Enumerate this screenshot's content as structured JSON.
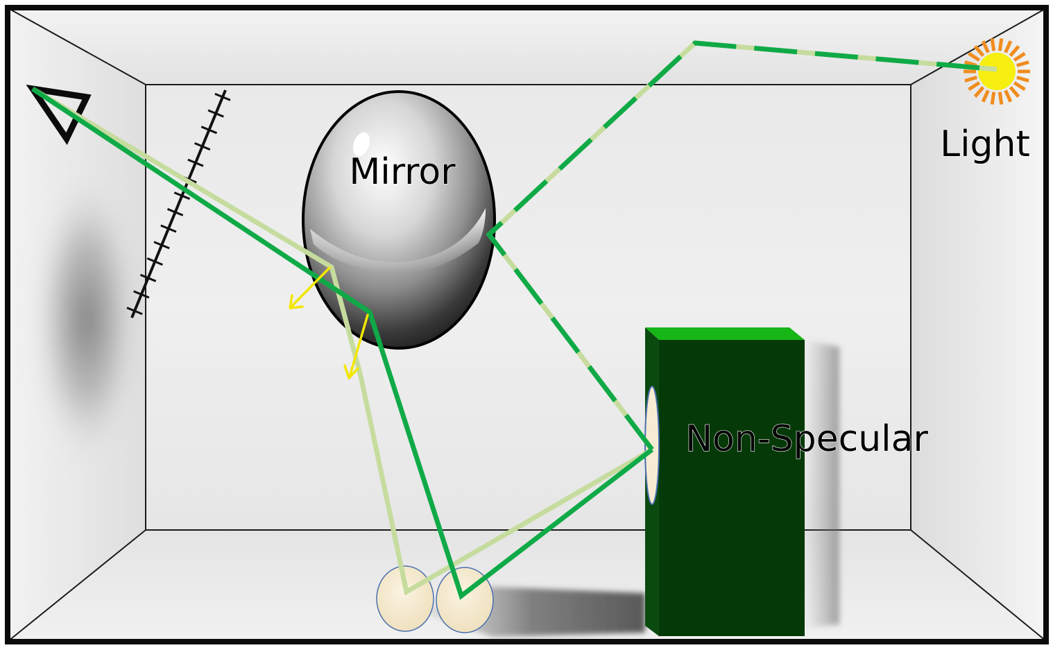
{
  "labels": {
    "mirror": "Mirror",
    "light": "Light",
    "non_specular": "Non-Specular"
  },
  "colors": {
    "ray_primary": "#0faa47",
    "ray_secondary": "#c6dc9e",
    "arrow": "#f2e600",
    "block_front": "#053a08",
    "block_side": "#0a4a0f",
    "block_top": "#17b617",
    "sphere_fill": "#f7ecd3",
    "sphere_stroke": "#4a6fae",
    "sun_core": "#f6ef10",
    "sun_rays": "#f08d1e",
    "wall": "#eeeeee",
    "frame": "#111111"
  },
  "icons": {
    "camera": "camera-frustum-icon",
    "light": "sun-icon",
    "image_plane": "image-plane-icon"
  }
}
